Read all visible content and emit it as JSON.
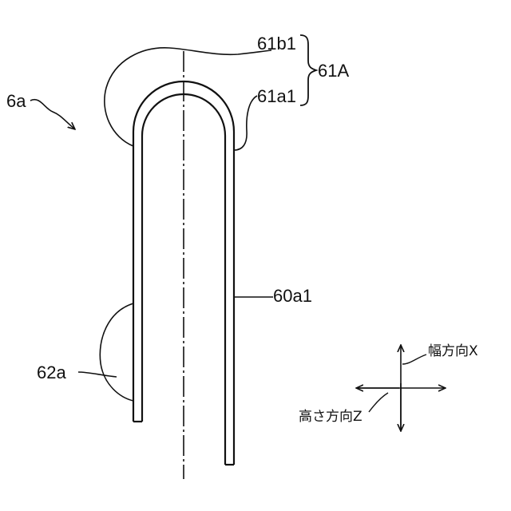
{
  "labels": {
    "assembly": "6a",
    "outer_layer": "61b1",
    "inner_layer": "61a1",
    "group": "61A",
    "side_wall": "60a1",
    "bulge": "62a"
  },
  "axes": {
    "width_direction": "幅方向X",
    "height_direction": "高さ方向Z"
  }
}
